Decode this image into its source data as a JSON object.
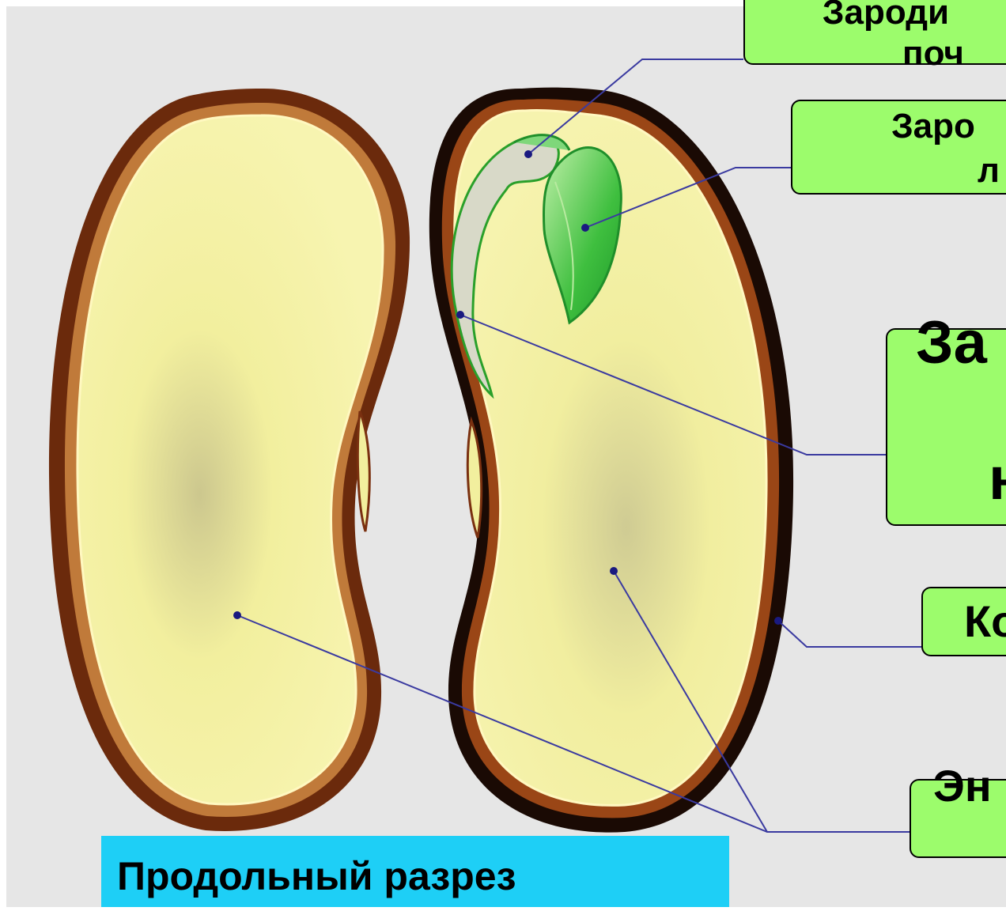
{
  "labels": {
    "plumule": {
      "line1": "Зароди",
      "line2": "поч"
    },
    "cotyledon_label": {
      "line1": "Заро",
      "line2": "л"
    },
    "radicle": {
      "line1": "За",
      "line2": "",
      "line3": "н"
    },
    "seed_coat": {
      "text": "Ко"
    },
    "endosperm": {
      "text": "Эн"
    }
  },
  "caption": "Продольный разрез",
  "colors": {
    "background": "#e6e6e6",
    "seed_fill": "#f6f3a6",
    "seed_coat": "#8a3a12",
    "embryo": "#3fbf3f",
    "label_fill": "#9cfc6c",
    "leader_line": "#3a3aa0",
    "caption_fill": "#1ecff6"
  }
}
